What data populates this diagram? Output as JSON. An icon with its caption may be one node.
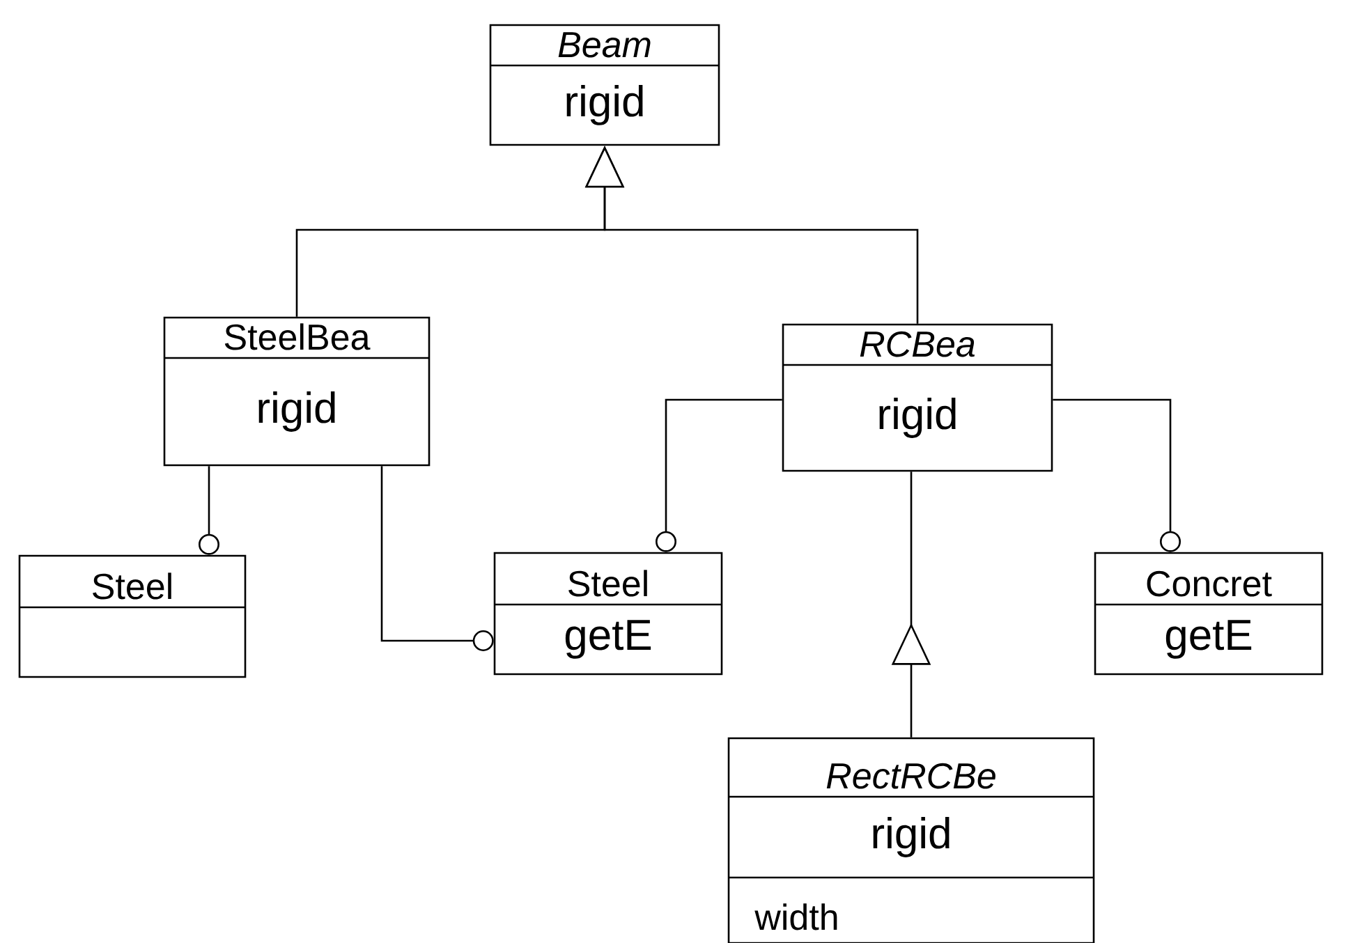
{
  "diagram": {
    "nodes": [
      {
        "text": [
          "Beam",
          "rigid"
        ]
      },
      {
        "text": [
          "SteelBea",
          "rigid"
        ]
      },
      {
        "text": [
          "RCBea",
          "rigid"
        ]
      },
      {
        "text": [
          "Steel"
        ]
      },
      {
        "text": [
          "Steel",
          "getE"
        ]
      },
      {
        "text": [
          "Concret",
          "getE"
        ]
      },
      {
        "text": [
          "RectRCBe",
          "rigid",
          "width"
        ]
      }
    ],
    "edges": [
      {
        "from": 1,
        "to": 0,
        "arrow": "to"
      },
      {
        "from": 2,
        "to": 0,
        "arrow": "to"
      },
      {
        "from": 6,
        "to": 2,
        "arrow": "to"
      },
      {
        "from": 1,
        "to": 3,
        "arrow": "other"
      },
      {
        "from": 1,
        "to": 4,
        "arrow": "other"
      },
      {
        "from": 2,
        "to": 4,
        "arrow": "other"
      },
      {
        "from": 2,
        "to": 5,
        "arrow": "other"
      }
    ]
  }
}
